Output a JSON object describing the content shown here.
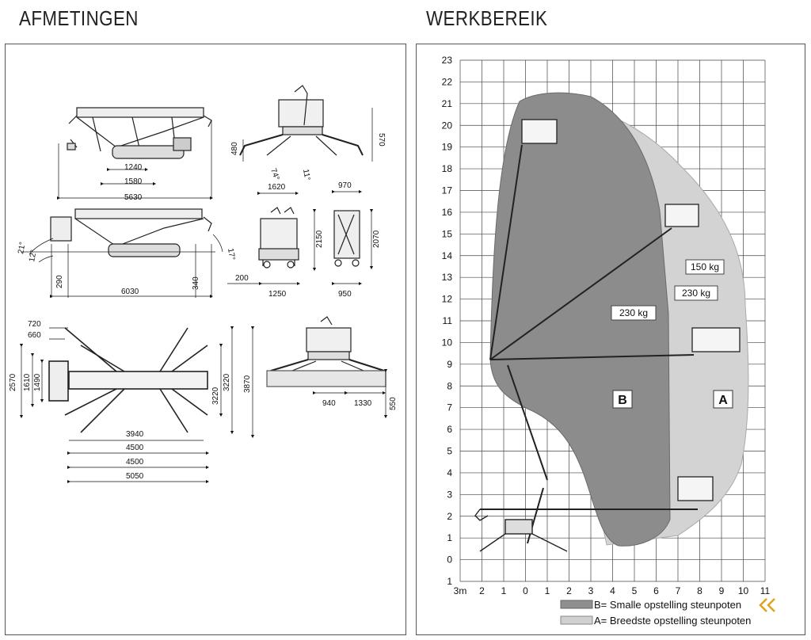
{
  "headings": {
    "left": "AFMETINGEN",
    "right": "WERKBEREIK"
  },
  "dimensions": {
    "side_top": {
      "d1": "1240",
      "d2": "1580",
      "d3": "5630"
    },
    "front_top": {
      "h1": "480",
      "h2": "570",
      "a1": "74°",
      "a2": "11°"
    },
    "side_bottom": {
      "a1": "21°",
      "a2": "12°",
      "a3": "17°",
      "d1": "290",
      "d2": "6030",
      "d3": "340"
    },
    "front_narrow": {
      "w1": "1620",
      "h1": "2150",
      "w2": "200",
      "w3": "1250"
    },
    "side_narrow": {
      "w1": "970",
      "h1": "2070",
      "w2": "950"
    },
    "plan": {
      "d720": "720",
      "d660": "660",
      "d2570": "2570",
      "d1610": "1610",
      "d1490": "1490",
      "d3940": "3940",
      "d4500a": "4500",
      "d4500b": "4500",
      "d5050": "5050",
      "d3220a": "3220",
      "d3220b": "3220",
      "d3870": "3870"
    },
    "front_outrig": {
      "d940": "940",
      "d1330": "1330",
      "d550": "550"
    }
  },
  "chart_data": {
    "type": "diagram",
    "y_ticks": [
      "23",
      "22",
      "21",
      "20",
      "19",
      "18",
      "17",
      "16",
      "15",
      "14",
      "13",
      "12",
      "11",
      "10",
      "9",
      "8",
      "7",
      "6",
      "5",
      "4",
      "3",
      "2",
      "1",
      "0",
      "1"
    ],
    "x_ticks": [
      "3m",
      "2",
      "1",
      "0",
      "1",
      "2",
      "3",
      "4",
      "5",
      "6",
      "7",
      "8",
      "9",
      "10",
      "11"
    ],
    "loads": [
      {
        "label": "150 kg"
      },
      {
        "label": "230 kg"
      },
      {
        "label": "230 kg"
      }
    ],
    "zones": [
      {
        "label": "B"
      },
      {
        "label": "A"
      }
    ],
    "legend": [
      {
        "label": "B= Smalle opstelling steunpoten",
        "color": "#8f8f8f"
      },
      {
        "label": "A= Breedste opstelling steunpoten",
        "color": "#d0d0d0"
      }
    ],
    "colors": {
      "zone_a": "#d3d3d3",
      "zone_b": "#8c8c8c",
      "grid": "#444444",
      "accent": "#e2a31b"
    }
  }
}
